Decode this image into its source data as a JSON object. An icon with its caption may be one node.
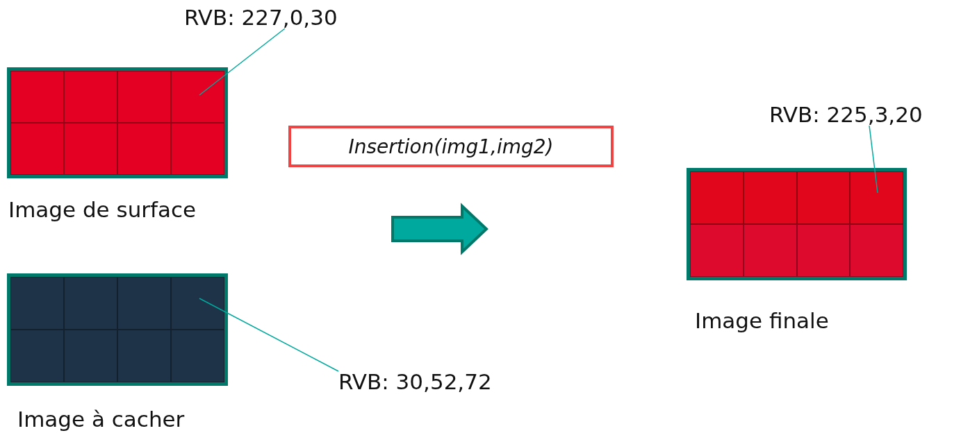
{
  "diagram": {
    "nodes": [
      {
        "text": [
          "RVB: 227,0,30"
        ]
      },
      {
        "text": [
          "Image de surface"
        ]
      },
      {
        "text": [
          "Insertion(img1,img2)"
        ]
      },
      {
        "text": [
          "RVB: 225,3,20"
        ]
      },
      {
        "text": [
          "Image finale"
        ]
      },
      {
        "text": [
          "Image à cacher"
        ]
      },
      {
        "text": [
          "RVB: 30,52,72"
        ]
      }
    ],
    "edges": [
      {
        "from": 0,
        "to": 1,
        "arrow": "none"
      },
      {
        "from": 3,
        "to": 4,
        "arrow": "none"
      },
      {
        "from": 6,
        "to": 5,
        "arrow": "none"
      }
    ]
  }
}
